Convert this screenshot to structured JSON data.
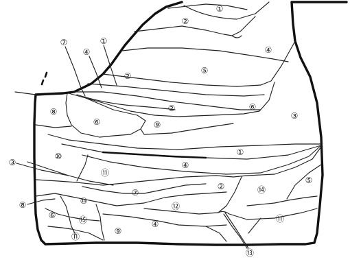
{
  "diagram": {
    "labels": [
      {
        "id": "top-1",
        "text": "①"
      },
      {
        "id": "top-2",
        "text": "②"
      },
      {
        "id": "top-4",
        "text": "④"
      },
      {
        "id": "mid-5",
        "text": "⑤"
      },
      {
        "id": "mid-2a",
        "text": "②"
      },
      {
        "id": "callout-7",
        "text": "⑦"
      },
      {
        "id": "callout-4",
        "text": "④"
      },
      {
        "id": "callout-1",
        "text": "①"
      },
      {
        "id": "left-8",
        "text": "⑧"
      },
      {
        "id": "left-6",
        "text": "⑥"
      },
      {
        "id": "mid-2b",
        "text": "②"
      },
      {
        "id": "mid-9",
        "text": "⑨"
      },
      {
        "id": "right-6",
        "text": "⑥"
      },
      {
        "id": "right-3",
        "text": "③"
      },
      {
        "id": "center-1",
        "text": "①"
      },
      {
        "id": "left-10",
        "text": "⑩"
      },
      {
        "id": "center-4",
        "text": "④"
      },
      {
        "id": "out-3",
        "text": "③"
      },
      {
        "id": "center-11",
        "text": "⑪"
      },
      {
        "id": "center-7",
        "text": "⑦"
      },
      {
        "id": "lower-2",
        "text": "②"
      },
      {
        "id": "lower-14",
        "text": "⑭"
      },
      {
        "id": "right-5",
        "text": "⑤"
      },
      {
        "id": "out-8",
        "text": "⑧"
      },
      {
        "id": "lower-10",
        "text": "⑩"
      },
      {
        "id": "lower-12",
        "text": "⑫"
      },
      {
        "id": "lower-6",
        "text": "⑥"
      },
      {
        "id": "lower-15",
        "text": "⑮"
      },
      {
        "id": "lower-4",
        "text": "④"
      },
      {
        "id": "right-11",
        "text": "⑪"
      },
      {
        "id": "lower-9",
        "text": "⑨"
      },
      {
        "id": "bottom-11",
        "text": "⑪"
      },
      {
        "id": "out-13",
        "text": "⑬"
      }
    ]
  }
}
